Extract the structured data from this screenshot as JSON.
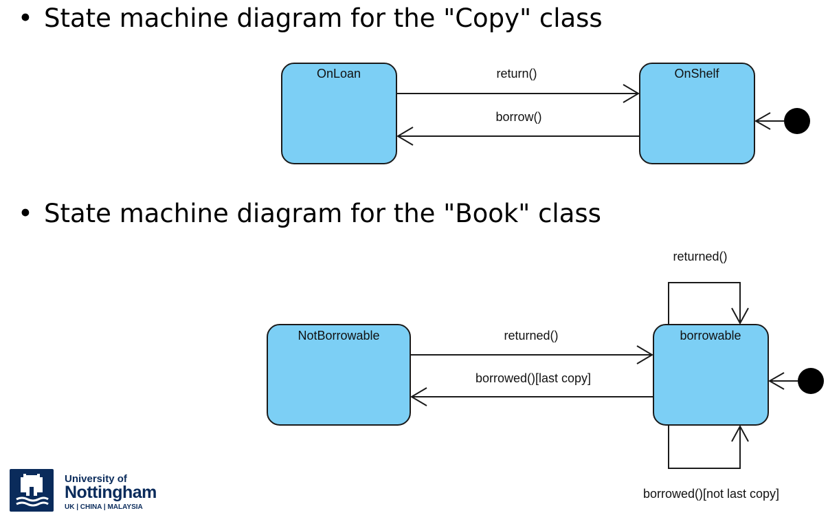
{
  "bullets": {
    "copy": "State machine diagram for the \"Copy\" class",
    "book": "State machine diagram for the \"Book\" class",
    "glyph": "•"
  },
  "colors": {
    "state_fill": "#7ccff5",
    "line": "#1a1a1a",
    "logo_blue": "#0a2b5b"
  },
  "copy_diagram": {
    "states": {
      "onloan": "OnLoan",
      "onshelf": "OnShelf"
    },
    "transitions": {
      "return": "return()",
      "borrow": "borrow()"
    }
  },
  "book_diagram": {
    "states": {
      "notborrowable": "NotBorrowable",
      "borrowable": "borrowable"
    },
    "transitions": {
      "returned_self": "returned()",
      "returned": "returned()",
      "borrowed_last": "borrowed()[last copy]",
      "borrowed_not_last": "borrowed()[not last copy]"
    }
  },
  "logo": {
    "line1": "University of",
    "line2": "Nottingham",
    "line3": "UK | CHINA | MALAYSIA"
  }
}
